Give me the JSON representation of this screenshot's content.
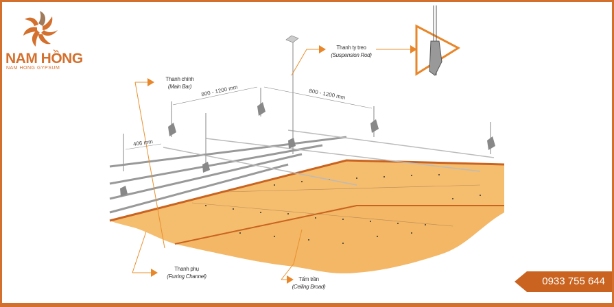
{
  "logo": {
    "name": "NAM HỒNG",
    "tagline": "NAM HONG GYPSUM"
  },
  "labels": {
    "main_bar": {
      "vi": "Thanh chính",
      "en": "(Main Bar)"
    },
    "suspension_rod": {
      "vi": "Thanh ty treo",
      "en": "(Suspension Rod)"
    },
    "furring_channel": {
      "vi": "Thanh phụ",
      "en": "(Furring Channel)"
    },
    "ceiling_board": {
      "vi": "Tấm trần",
      "en": "(Ceiling Broad)"
    }
  },
  "dimensions": {
    "span_left": "800 - 1200 mm",
    "span_right": "800 - 1200 mm",
    "furring_spacing": "406 mm"
  },
  "contact": {
    "phone": "0933 755 644"
  },
  "colors": {
    "accent": "#d4702d",
    "board": "#f3b766"
  }
}
